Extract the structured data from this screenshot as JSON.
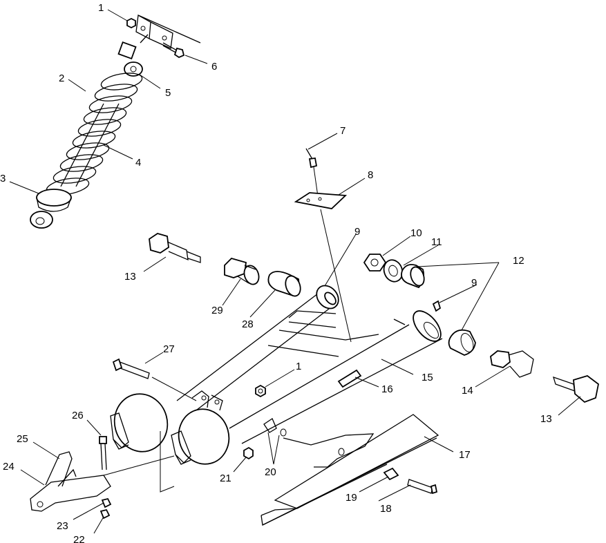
{
  "callouts": [
    {
      "id": "c1a",
      "text": "1"
    },
    {
      "id": "c2",
      "text": "2"
    },
    {
      "id": "c3",
      "text": "3"
    },
    {
      "id": "c4",
      "text": "4"
    },
    {
      "id": "c5",
      "text": "5"
    },
    {
      "id": "c6",
      "text": "6"
    },
    {
      "id": "c7",
      "text": "7"
    },
    {
      "id": "c8",
      "text": "8"
    },
    {
      "id": "c9a",
      "text": "9"
    },
    {
      "id": "c9b",
      "text": "9"
    },
    {
      "id": "c10",
      "text": "10"
    },
    {
      "id": "c11",
      "text": "11"
    },
    {
      "id": "c12",
      "text": "12"
    },
    {
      "id": "c13a",
      "text": "13"
    },
    {
      "id": "c13b",
      "text": "13"
    },
    {
      "id": "c14",
      "text": "14"
    },
    {
      "id": "c15",
      "text": "15"
    },
    {
      "id": "c16",
      "text": "16"
    },
    {
      "id": "c17",
      "text": "17"
    },
    {
      "id": "c18",
      "text": "18"
    },
    {
      "id": "c19",
      "text": "19"
    },
    {
      "id": "c20",
      "text": "20"
    },
    {
      "id": "c21",
      "text": "21"
    },
    {
      "id": "c22",
      "text": "22"
    },
    {
      "id": "c23",
      "text": "23"
    },
    {
      "id": "c24",
      "text": "24"
    },
    {
      "id": "c25",
      "text": "25"
    },
    {
      "id": "c26",
      "text": "26"
    },
    {
      "id": "c27",
      "text": "27"
    },
    {
      "id": "c28",
      "text": "28"
    },
    {
      "id": "c29",
      "text": "29"
    },
    {
      "id": "c1b",
      "text": "1"
    }
  ]
}
